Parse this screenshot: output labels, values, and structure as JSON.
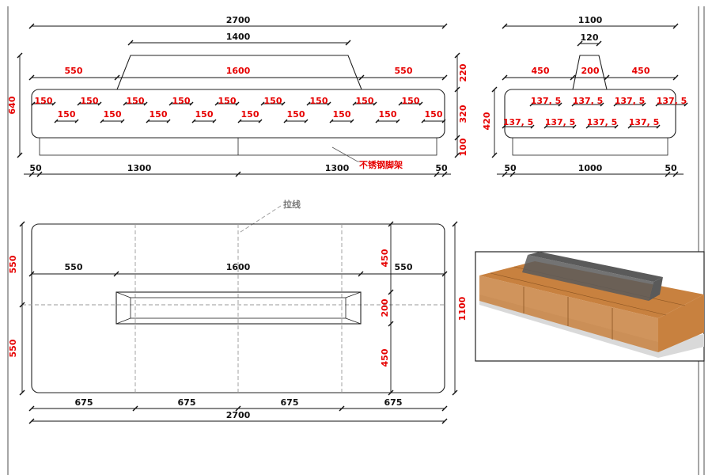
{
  "front": {
    "total": "2700",
    "top_width": "1400",
    "seg_left": "550",
    "seg_mid": "1600",
    "seg_right": "550",
    "height_total": "640",
    "h_back": "220",
    "h_seat": "320",
    "h_leg": "100",
    "pad_top": [
      "150",
      "150",
      "150",
      "150",
      "150",
      "150",
      "150",
      "150",
      "150"
    ],
    "pad_bottom": [
      "150",
      "150",
      "150",
      "150",
      "150",
      "150",
      "150",
      "150",
      "150"
    ],
    "base_left": "50",
    "base_mid_left": "1300",
    "base_mid_right": "1300",
    "base_right": "50",
    "leg_label": "不锈钢脚架"
  },
  "side": {
    "total": "1100",
    "top_width": "120",
    "seg_left": "450",
    "seg_mid": "200",
    "seg_right": "450",
    "height": "420",
    "pad_top": [
      "137, 5",
      "137, 5",
      "137, 5",
      "137, 5"
    ],
    "pad_bottom": [
      "137, 5",
      "137, 5",
      "137, 5",
      "137, 5"
    ],
    "base_left": "50",
    "base_mid": "1000",
    "base_right": "50"
  },
  "plan": {
    "seam_label": "拉线",
    "seg_left": "550",
    "seg_mid": "1600",
    "seg_right": "550",
    "h_upper": "550",
    "h_lower": "550",
    "h_total": "1100",
    "back_top": "450",
    "back_mid": "200",
    "back_bottom": "450",
    "bottom_segs": [
      "675",
      "675",
      "675",
      "675"
    ],
    "total": "2700"
  },
  "render": {
    "seat_color": "#c8813f",
    "back_color": "#5a5a5a",
    "base_color": "#d9d9d9"
  }
}
